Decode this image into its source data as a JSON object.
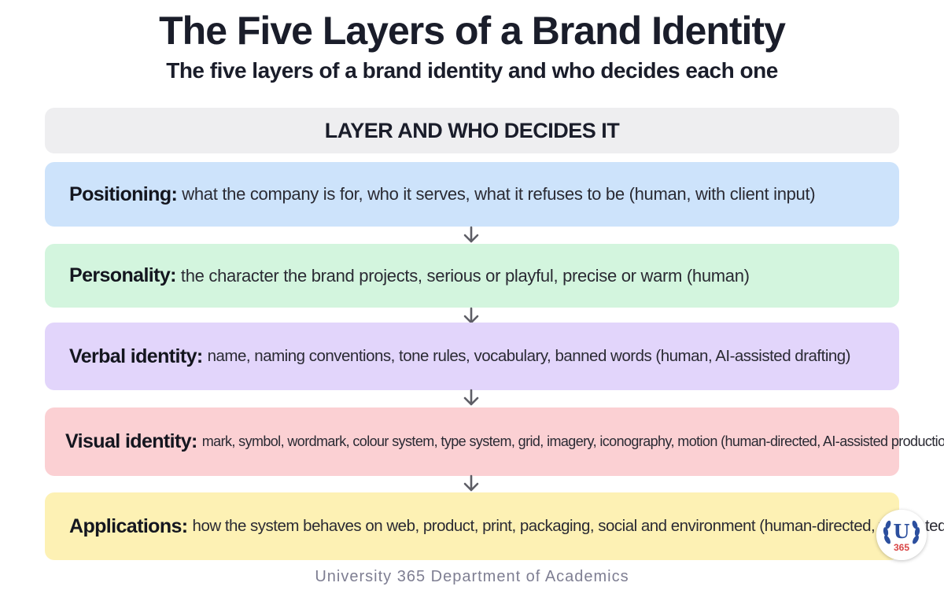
{
  "title": "The Five Layers of a Brand Identity",
  "subtitle": "The five layers of a brand identity and who decides each one",
  "header": "LAYER AND WHO DECIDES IT",
  "layers": [
    {
      "name": "Positioning:",
      "description": "what the company is for, who it serves, what it refuses to be (human, with client input)",
      "color": "#cde3fb"
    },
    {
      "name": "Personality:",
      "description": "the character the brand projects, serious or playful, precise or warm (human)",
      "color": "#d3f5de"
    },
    {
      "name": "Verbal identity:",
      "description": "name, naming conventions, tone rules, vocabulary, banned words (human, AI-assisted drafting)",
      "color": "#e2d5fb"
    },
    {
      "name": "Visual identity:",
      "description": "mark, symbol, wordmark, colour system, type system, grid, imagery, iconography, motion (human-directed, AI-assisted production)",
      "color": "#fbd0d3"
    },
    {
      "name": "Applications:",
      "description": "how the system behaves on web, product, print, packaging, social and environment (human-directed, templated)",
      "color": "#fdf1b4"
    }
  ],
  "footer": "University 365 Department of Academics",
  "logo": {
    "letter": "U",
    "number": "365",
    "icon": "university-laurel-logo",
    "colors": {
      "blue": "#2c4f9e",
      "red": "#d94545"
    }
  },
  "colors": {
    "header_bg": "#eeeef0",
    "arrow": "#5e5e66"
  }
}
